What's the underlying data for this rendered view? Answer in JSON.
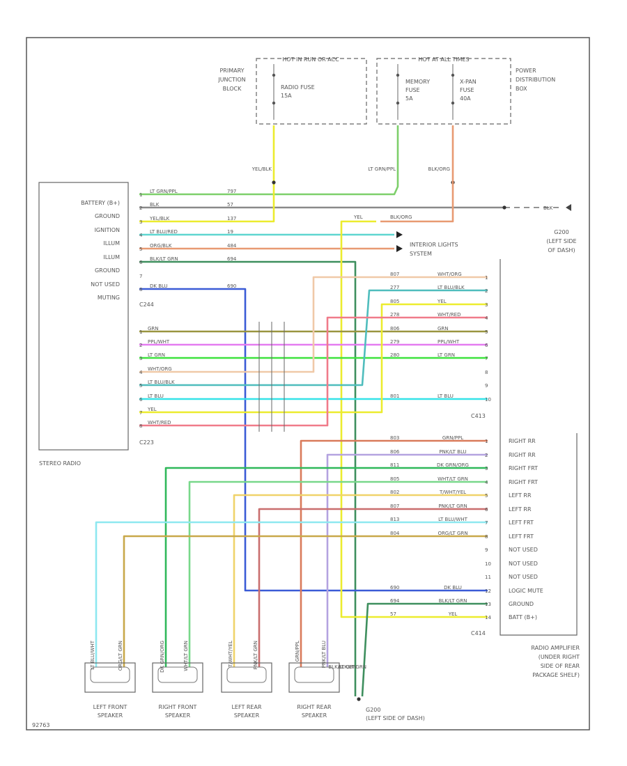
{
  "title_blocks": {
    "pjb_hot": "HOT IN RUN OR ACC",
    "pdb_hot": "HOT AT ALL TIMES",
    "pjb": [
      "PRIMARY",
      "JUNCTION",
      "BLOCK"
    ],
    "pdb": [
      "POWER",
      "DISTRIBUTION",
      "BOX"
    ],
    "radio_fuse": [
      "RADIO FUSE",
      "15A"
    ],
    "memory_fuse": [
      "MEMORY",
      "FUSE",
      "5A"
    ],
    "xpan_fuse": [
      "X-PAN",
      "FUSE",
      "40A"
    ],
    "stereo_radio": "STEREO RADIO",
    "amplifier": [
      "RADIO AMPLIFIER",
      "(UNDER RIGHT",
      "SIDE OF REAR",
      "PACKAGE SHELF)"
    ],
    "g200_top": [
      "G200",
      "(LEFT SIDE",
      "OF DASH)"
    ],
    "g200_bottom": [
      "G200",
      "(LEFT SIDE OF DASH)"
    ],
    "interior_lights": [
      "INTERIOR LIGHTS",
      "SYSTEM"
    ],
    "blk_ground": "BLK",
    "part_number": "92763"
  },
  "radio_pins": [
    "BATTERY (B+)",
    "GROUND",
    "IGNITION",
    "ILLUM",
    "ILLUM",
    "GROUND",
    "NOT USED",
    "MUTING"
  ],
  "connectors": {
    "c244": "C244",
    "c223": "C223",
    "c413": "C413",
    "c414": "C414"
  },
  "top_wires": [
    {
      "pin": "1",
      "label": "LT GRN/PPL",
      "circuit": "797"
    },
    {
      "pin": "2",
      "label": "BLK",
      "circuit": "57"
    },
    {
      "pin": "3",
      "label": "YEL/BLK",
      "circuit": "137"
    },
    {
      "pin": "4",
      "label": "LT BLU/RED",
      "circuit": "19"
    },
    {
      "pin": "5",
      "label": "ORG/BLK",
      "circuit": "484"
    },
    {
      "pin": "6",
      "label": "BLK/LT GRN",
      "circuit": "694"
    },
    {
      "pin": "7",
      "label": "",
      "circuit": ""
    },
    {
      "pin": "8",
      "label": "DK BLU",
      "circuit": "690"
    }
  ],
  "fuse_wire_labels": [
    "YEL/BLK",
    "LT GRN/PPL",
    "BLK/ORG"
  ],
  "yel_org_row": {
    "left": "YEL",
    "right": "BLK/ORG"
  },
  "c223_wires": [
    {
      "pin": "1",
      "label": "GRN"
    },
    {
      "pin": "2",
      "label": "PPL/WHT"
    },
    {
      "pin": "3",
      "label": "LT GRN"
    },
    {
      "pin": "4",
      "label": "WHT/ORG"
    },
    {
      "pin": "5",
      "label": "LT BLU/BLK"
    },
    {
      "pin": "6",
      "label": "LT BLU"
    },
    {
      "pin": "7",
      "label": "YEL"
    },
    {
      "pin": "8",
      "label": "WHT/RED"
    }
  ],
  "c413_wires": [
    {
      "circuit": "807",
      "label": "WHT/ORG",
      "pin": "1"
    },
    {
      "circuit": "277",
      "label": "LT BLU/BLK",
      "pin": "2"
    },
    {
      "circuit": "805",
      "label": "YEL",
      "pin": "3"
    },
    {
      "circuit": "278",
      "label": "WHT/RED",
      "pin": "4"
    },
    {
      "circuit": "806",
      "label": "GRN",
      "pin": "5"
    },
    {
      "circuit": "279",
      "label": "PPL/WHT",
      "pin": "6"
    },
    {
      "circuit": "280",
      "label": "LT GRN",
      "pin": "7"
    },
    {
      "circuit": "",
      "label": "",
      "pin": "8"
    },
    {
      "circuit": "",
      "label": "",
      "pin": "9"
    },
    {
      "circuit": "801",
      "label": "LT BLU",
      "pin": "10"
    }
  ],
  "c414_wires": [
    {
      "circuit": "803",
      "label": "GRN/PPL",
      "pin": "1",
      "func": "RIGHT RR"
    },
    {
      "circuit": "806",
      "label": "PNK/LT BLU",
      "pin": "2",
      "func": "RIGHT RR"
    },
    {
      "circuit": "811",
      "label": "DK GRN/ORG",
      "pin": "3",
      "func": "RIGHT FRT"
    },
    {
      "circuit": "805",
      "label": "WHT/LT GRN",
      "pin": "4",
      "func": "RIGHT FRT"
    },
    {
      "circuit": "802",
      "label": "T/WHT/YEL",
      "pin": "5",
      "func": "LEFT RR"
    },
    {
      "circuit": "807",
      "label": "PNK/LT GRN",
      "pin": "6",
      "func": "LEFT RR"
    },
    {
      "circuit": "813",
      "label": "LT BLU/WHT",
      "pin": "7",
      "func": "LEFT FRT"
    },
    {
      "circuit": "804",
      "label": "ORG/LT GRN",
      "pin": "8",
      "func": "LEFT FRT"
    },
    {
      "circuit": "",
      "label": "",
      "pin": "9",
      "func": "NOT USED"
    },
    {
      "circuit": "",
      "label": "",
      "pin": "10",
      "func": "NOT USED"
    },
    {
      "circuit": "",
      "label": "",
      "pin": "11",
      "func": "NOT USED"
    },
    {
      "circuit": "690",
      "label": "DK BLU",
      "pin": "12",
      "func": "LOGIC MUTE"
    },
    {
      "circuit": "694",
      "label": "BLK/LT GRN",
      "pin": "13",
      "func": "GROUND"
    },
    {
      "circuit": "57",
      "label": "YEL",
      "pin": "14",
      "func": "BATT (B+)"
    }
  ],
  "speakers": [
    {
      "name": [
        "LEFT FRONT",
        "SPEAKER"
      ],
      "wire_a": "LT BLU/WHT",
      "wire_b": "ORG/LT GRN"
    },
    {
      "name": [
        "RIGHT FRONT",
        "SPEAKER"
      ],
      "wire_a": "DK GRN/ORG",
      "wire_b": "WHT/LT GRN"
    },
    {
      "name": [
        "LEFT REAR",
        "SPEAKER"
      ],
      "wire_a": "T/WHT/YEL",
      "wire_b": "PNK/LT GRN"
    },
    {
      "name": [
        "RIGHT REAR",
        "SPEAKER"
      ],
      "wire_a": "GRN/PPL",
      "wire_b": "PNK/LT BLU"
    }
  ],
  "ground_wire_labels": [
    "BLK/LT GRN",
    "BLK/LT GRN"
  ],
  "colors": {
    "frame": "#555555",
    "lt_grn_ppl": "#7dcf6a",
    "blk": "#8a8a8a",
    "yel": "#ecec2e",
    "lt_blu_red": "#5fd6d0",
    "org_blk": "#e89a72",
    "blk_lt_grn": "#3e8f5e",
    "dk_blu": "#3b5bd6",
    "wht_org": "#f0c9a8",
    "lt_blu_blk": "#4fbdbd",
    "wht_red": "#f07b8a",
    "grn": "#9a9540",
    "ppl_wht": "#e47cf0",
    "lt_grn": "#3ee23e",
    "lt_blu": "#35e3e8",
    "grn_ppl": "#d97a5a",
    "pnk_lt_blu": "#b4a3e0",
    "dk_grn_org": "#2fb85a",
    "wht_lt_grn": "#78d88a",
    "t_wht_yel": "#f0d36a",
    "pnk_lt_grn": "#c96e6e",
    "lt_blu_wht": "#8ee8f0",
    "org_lt_grn": "#c8a84a"
  }
}
